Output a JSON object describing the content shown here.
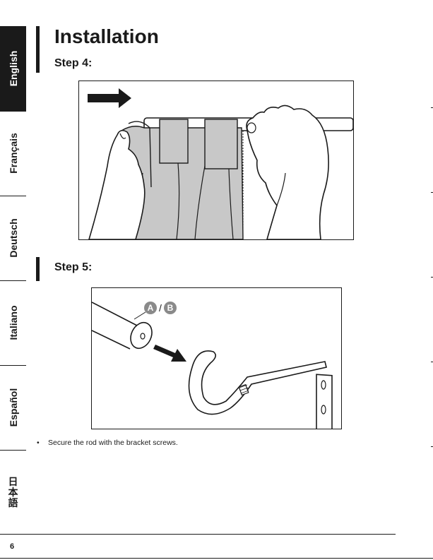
{
  "languages": [
    {
      "label": "English",
      "active": true
    },
    {
      "label": "Français",
      "active": false
    },
    {
      "label": "Deutsch",
      "active": false
    },
    {
      "label": "Italiano",
      "active": false
    },
    {
      "label": "Español",
      "active": false
    },
    {
      "label": "日本語",
      "active": false
    }
  ],
  "page": {
    "title": "Installation",
    "step4_heading": "Step 4:",
    "step5_heading": "Step 5:",
    "callout_a": "A",
    "callout_b": "B",
    "callout_separator": "/",
    "bullet": "Secure the rod with the bracket screws.",
    "page_number": "6"
  },
  "colors": {
    "ink": "#1a1a1a",
    "curtain_fill": "#c8c8c8",
    "callout_fill": "#8a8a8a"
  },
  "icons": {
    "arrow_right": "arrow-right-icon",
    "arrow_insert": "arrow-down-right-icon"
  }
}
